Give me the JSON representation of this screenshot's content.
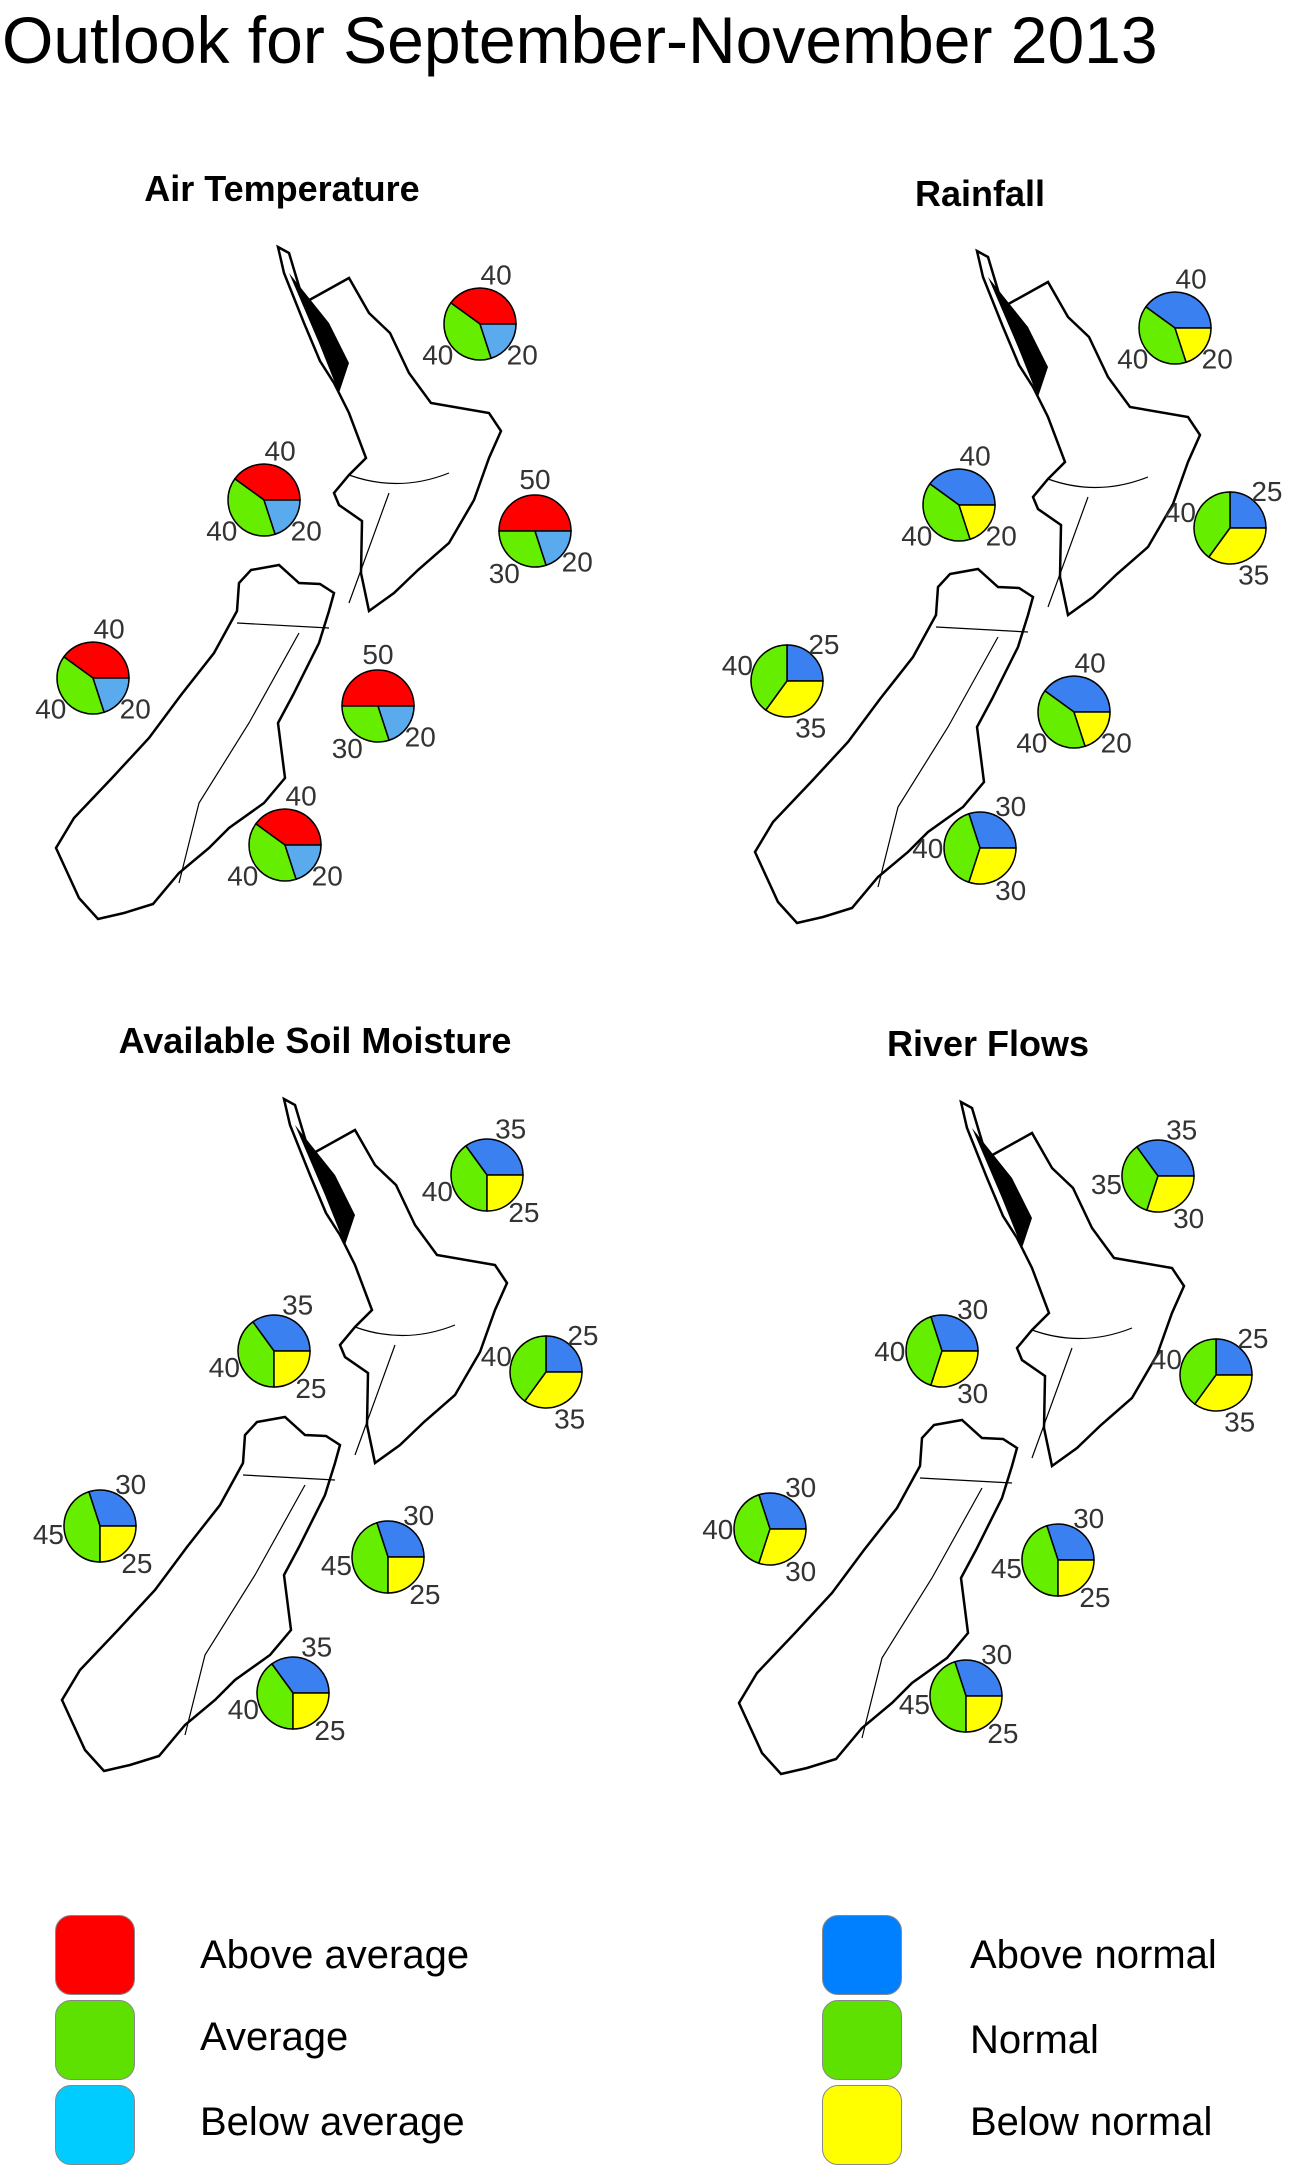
{
  "title": "Outlook for September-November 2013",
  "colors": {
    "above_average": "#ff0000",
    "average": "#66ee00",
    "below_average": "#5aaaee",
    "above_normal": "#3a80f0",
    "normal": "#66ee00",
    "below_normal": "#ffff00",
    "legend_above_average": "#ff0000",
    "legend_average": "#5ee000",
    "legend_below_average": "#00ccff",
    "legend_above_normal": "#0080ff",
    "legend_normal": "#5ee000",
    "legend_below_normal": "#ffff00"
  },
  "chart_data": [
    {
      "type": "pie",
      "title": "Air Temperature",
      "scheme": "average",
      "categories": [
        "Above average",
        "Average",
        "Below average"
      ],
      "regions": [
        {
          "name": "northern-north-island",
          "values": [
            40,
            40,
            20
          ]
        },
        {
          "name": "central-north-island",
          "values": [
            40,
            40,
            20
          ]
        },
        {
          "name": "eastern-north-island",
          "values": [
            50,
            30,
            20
          ]
        },
        {
          "name": "west-south-island",
          "values": [
            40,
            40,
            20
          ]
        },
        {
          "name": "north-east-south-island",
          "values": [
            50,
            30,
            20
          ]
        },
        {
          "name": "south-east-south-island",
          "values": [
            40,
            40,
            20
          ]
        }
      ]
    },
    {
      "type": "pie",
      "title": "Rainfall",
      "scheme": "normal",
      "categories": [
        "Above normal",
        "Normal",
        "Below normal"
      ],
      "regions": [
        {
          "name": "northern-north-island",
          "values": [
            40,
            40,
            20
          ]
        },
        {
          "name": "central-north-island",
          "values": [
            40,
            40,
            20
          ]
        },
        {
          "name": "eastern-north-island",
          "values": [
            25,
            40,
            35
          ]
        },
        {
          "name": "west-south-island",
          "values": [
            25,
            40,
            35
          ]
        },
        {
          "name": "north-east-south-island",
          "values": [
            40,
            40,
            20
          ]
        },
        {
          "name": "south-east-south-island",
          "values": [
            30,
            40,
            30
          ]
        }
      ]
    },
    {
      "type": "pie",
      "title": "Available Soil Moisture",
      "scheme": "normal",
      "categories": [
        "Above normal",
        "Normal",
        "Below normal"
      ],
      "regions": [
        {
          "name": "northern-north-island",
          "values": [
            35,
            40,
            25
          ]
        },
        {
          "name": "central-north-island",
          "values": [
            35,
            40,
            25
          ]
        },
        {
          "name": "eastern-north-island",
          "values": [
            25,
            40,
            35
          ]
        },
        {
          "name": "west-south-island",
          "values": [
            30,
            45,
            25
          ]
        },
        {
          "name": "north-east-south-island",
          "values": [
            30,
            45,
            25
          ]
        },
        {
          "name": "south-east-south-island",
          "values": [
            35,
            40,
            25
          ]
        }
      ]
    },
    {
      "type": "pie",
      "title": "River Flows",
      "scheme": "normal",
      "categories": [
        "Above normal",
        "Normal",
        "Below normal"
      ],
      "regions": [
        {
          "name": "northern-north-island",
          "values": [
            35,
            35,
            30
          ]
        },
        {
          "name": "central-north-island",
          "values": [
            30,
            40,
            30
          ]
        },
        {
          "name": "eastern-north-island",
          "values": [
            25,
            40,
            35
          ]
        },
        {
          "name": "west-south-island",
          "values": [
            30,
            40,
            30
          ]
        },
        {
          "name": "north-east-south-island",
          "values": [
            30,
            45,
            25
          ]
        },
        {
          "name": "south-east-south-island",
          "values": [
            30,
            45,
            25
          ]
        }
      ]
    }
  ],
  "legend": {
    "left": [
      "Above average",
      "Average",
      "Below average"
    ],
    "right": [
      "Above normal",
      "Normal",
      "Below normal"
    ]
  }
}
